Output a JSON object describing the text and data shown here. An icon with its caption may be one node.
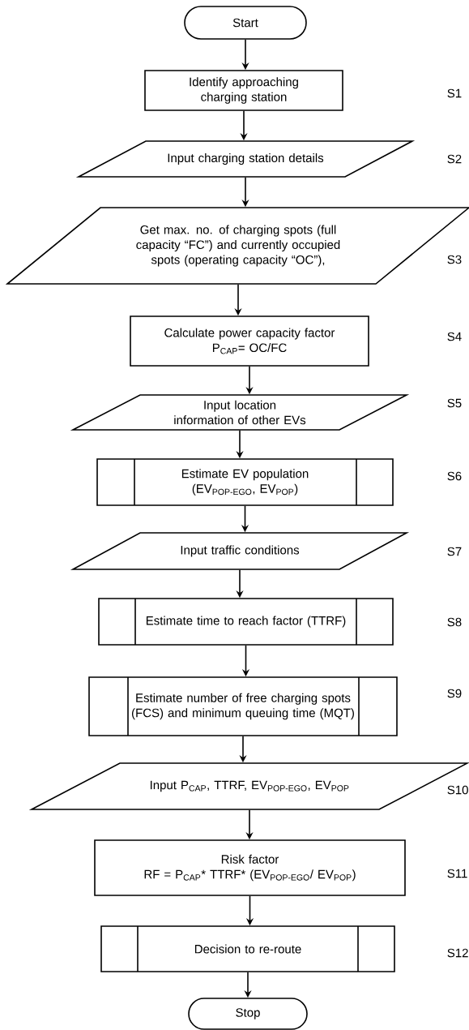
{
  "diagram": {
    "nodes": [
      {
        "text": [
          "Start"
        ]
      },
      {
        "text": [
          "Identify approaching charging station"
        ]
      },
      {
        "text": [
          "Input charging station details"
        ]
      },
      {
        "text": [
          "Get max. no. of charging spots (full capacity “FC”) and currently occupied spots (operating capacity “OC”),"
        ]
      },
      {
        "text": [
          "Calculate power capacity factor",
          "P$_{CAP}$= OC/FC"
        ]
      },
      {
        "text": [
          "Input location information of other EVs"
        ]
      },
      {
        "text": [
          "Estimate EV population",
          "(EV$_{POP-EGO}$, EV$_{POP}$)"
        ]
      },
      {
        "text": [
          "Input traffic conditions"
        ]
      },
      {
        "text": [
          "Estimate time to reach factor (TTRF)"
        ]
      },
      {
        "text": [
          "Estimate number of free charging spots (FCS) and minimum queuing time (MQT)"
        ]
      },
      {
        "text": [
          "Input P$_{CAP}$, TTRF, EV$_{POP-EGO}$, EV$_{POP}$"
        ]
      },
      {
        "text": [
          "Risk factor",
          "RF = P$_{CAP}$* TTRF* (EV$_{POP-EGO}$/ EV$_{POP}$)"
        ]
      },
      {
        "text": [
          "Decision to re-route"
        ]
      },
      {
        "text": [
          "Stop"
        ]
      }
    ],
    "edges": [
      {
        "from": 0,
        "to": 1,
        "arrow": "to"
      },
      {
        "from": 1,
        "to": 2,
        "arrow": "to"
      },
      {
        "from": 2,
        "to": 3,
        "arrow": "to"
      },
      {
        "from": 3,
        "to": 4,
        "arrow": "to"
      },
      {
        "from": 4,
        "to": 5,
        "arrow": "to"
      },
      {
        "from": 5,
        "to": 6,
        "arrow": "to"
      },
      {
        "from": 6,
        "to": 7,
        "arrow": "to"
      },
      {
        "from": 7,
        "to": 8,
        "arrow": "to"
      },
      {
        "from": 8,
        "to": 9,
        "arrow": "to"
      },
      {
        "from": 9,
        "to": 10,
        "arrow": "to"
      },
      {
        "from": 10,
        "to": 11,
        "arrow": "to"
      },
      {
        "from": 11,
        "to": 12,
        "arrow": "to"
      },
      {
        "from": 12,
        "to": 13,
        "arrow": "to"
      }
    ],
    "labels": [
      "S1",
      "S2",
      "S3",
      "S4",
      "S5",
      "S6",
      "S7",
      "S8",
      "S9",
      "S10",
      "S11",
      "S12"
    ]
  }
}
